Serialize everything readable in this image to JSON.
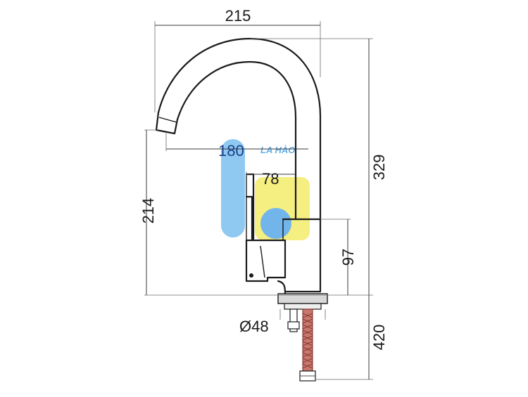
{
  "diagram": {
    "dimensions": {
      "overall_width": "215",
      "spout_reach": "180",
      "handle_width": "78",
      "overall_height": "329",
      "spout_height": "214",
      "body_height": "97",
      "base_diameter": "Ø48",
      "hose_length": "420"
    },
    "watermark": {
      "text": "LA HÀO"
    },
    "colors": {
      "line": "#1a1a1a",
      "watermark_blue": "#4da3e0",
      "watermark_yellow": "#f2e85a",
      "hose": "#b5524a"
    }
  }
}
